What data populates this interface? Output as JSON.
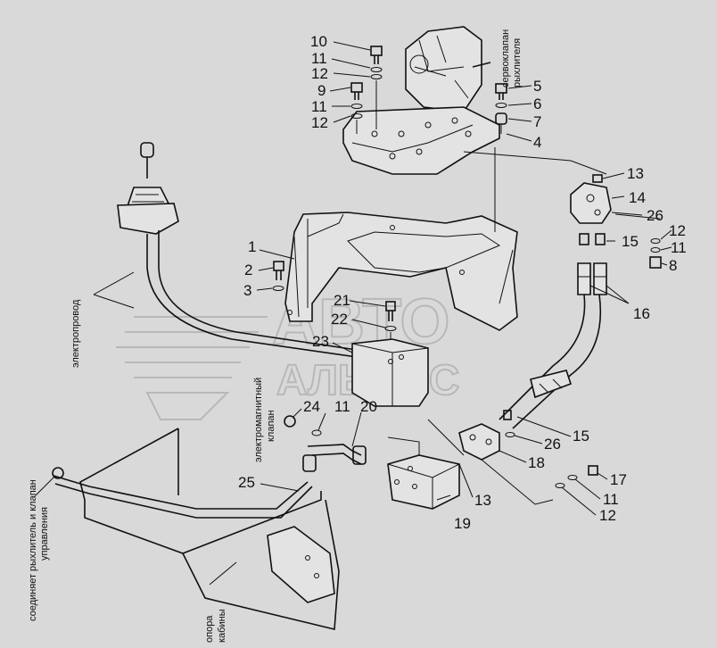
{
  "watermark": {
    "line1": "АВТО",
    "line2": "АЛЬЯНС"
  },
  "captions": {
    "servo_valve": [
      "сервоклапан",
      "рыхлителя"
    ],
    "electric_wire": "электропровод",
    "solenoid_valve": [
      "электромагнитный",
      "клапан"
    ],
    "connects": [
      "соединяет рыхлитель и клапан",
      "управления"
    ],
    "cab_support": [
      "опора",
      "кабины"
    ]
  },
  "labels": {
    "n1": "1",
    "n2": "2",
    "n3": "3",
    "n4": "4",
    "n5": "5",
    "n6": "6",
    "n7": "7",
    "n8": "8",
    "n9": "9",
    "n10": "10",
    "n11a": "11",
    "n11b": "11",
    "n11c": "11",
    "n11d": "11",
    "n11e": "11",
    "n12a": "12",
    "n12b": "12",
    "n12c": "12",
    "n12d": "12",
    "n13a": "13",
    "n13b": "13",
    "n14": "14",
    "n15a": "15",
    "n15b": "15",
    "n16": "16",
    "n17": "17",
    "n18": "18",
    "n19": "19",
    "n20": "20",
    "n21": "21",
    "n22": "22",
    "n23": "23",
    "n24": "24",
    "n25": "25",
    "n26a": "26",
    "n26b": "26"
  }
}
